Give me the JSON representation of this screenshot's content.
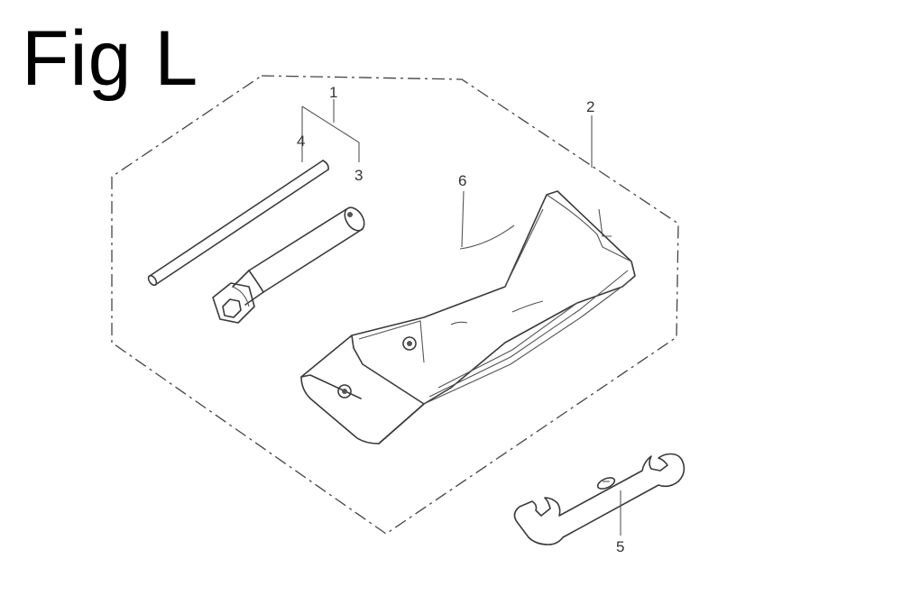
{
  "figure": {
    "title": "Fig L"
  },
  "callouts": {
    "c1": "1",
    "c2": "2",
    "c3": "3",
    "c4": "4",
    "c5": "5",
    "c6": "6"
  },
  "parts": [
    {
      "ref": "1",
      "item": "tool-set"
    },
    {
      "ref": "2",
      "item": "tool-kit-group"
    },
    {
      "ref": "3",
      "item": "spark-plug-socket-wrench"
    },
    {
      "ref": "4",
      "item": "handle-bar"
    },
    {
      "ref": "5",
      "item": "open-end-wrench"
    },
    {
      "ref": "6",
      "item": "tool-bag"
    }
  ]
}
